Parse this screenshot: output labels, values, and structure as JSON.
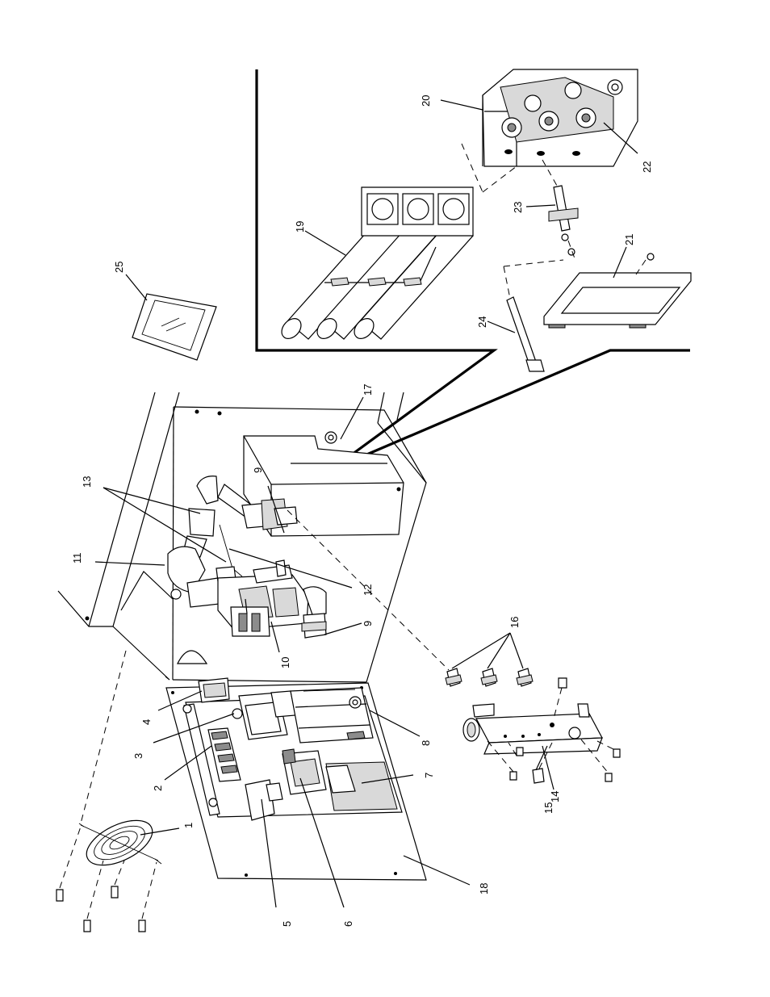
{
  "figure": {
    "callouts": [
      {
        "id": "c1",
        "label": "1"
      },
      {
        "id": "c2",
        "label": "2"
      },
      {
        "id": "c3",
        "label": "3"
      },
      {
        "id": "c4",
        "label": "4"
      },
      {
        "id": "c5",
        "label": "5"
      },
      {
        "id": "c6",
        "label": "6"
      },
      {
        "id": "c7",
        "label": "7"
      },
      {
        "id": "c8",
        "label": "8"
      },
      {
        "id": "c9a",
        "label": "9"
      },
      {
        "id": "c9b",
        "label": "9"
      },
      {
        "id": "c10",
        "label": "10"
      },
      {
        "id": "c11",
        "label": "11"
      },
      {
        "id": "c12",
        "label": "12"
      },
      {
        "id": "c13",
        "label": "13"
      },
      {
        "id": "c14",
        "label": "14"
      },
      {
        "id": "c15",
        "label": "15"
      },
      {
        "id": "c16",
        "label": "16"
      },
      {
        "id": "c17",
        "label": "17"
      },
      {
        "id": "c18",
        "label": "18"
      },
      {
        "id": "c19",
        "label": "19"
      },
      {
        "id": "c20",
        "label": "20"
      },
      {
        "id": "c21",
        "label": "21"
      },
      {
        "id": "c22",
        "label": "22"
      },
      {
        "id": "c23",
        "label": "23"
      },
      {
        "id": "c24",
        "label": "24"
      },
      {
        "id": "c25",
        "label": "25"
      }
    ]
  }
}
